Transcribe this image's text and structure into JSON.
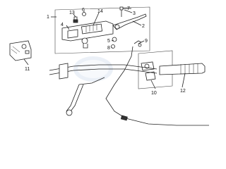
{
  "diagram": {
    "type": "exploded-parts-diagram",
    "callouts": {
      "c1": "1",
      "c2": "2",
      "c3": "3",
      "c4": "4",
      "c5": "5",
      "c6": "6",
      "c7": "7",
      "c8": "8",
      "c9": "9",
      "c10": "10",
      "c11": "11",
      "c12": "12",
      "c13": "13",
      "c14": "14"
    },
    "colors": {
      "line": "#222222",
      "background": "#ffffff",
      "watermark": "#dbe3f0"
    }
  }
}
